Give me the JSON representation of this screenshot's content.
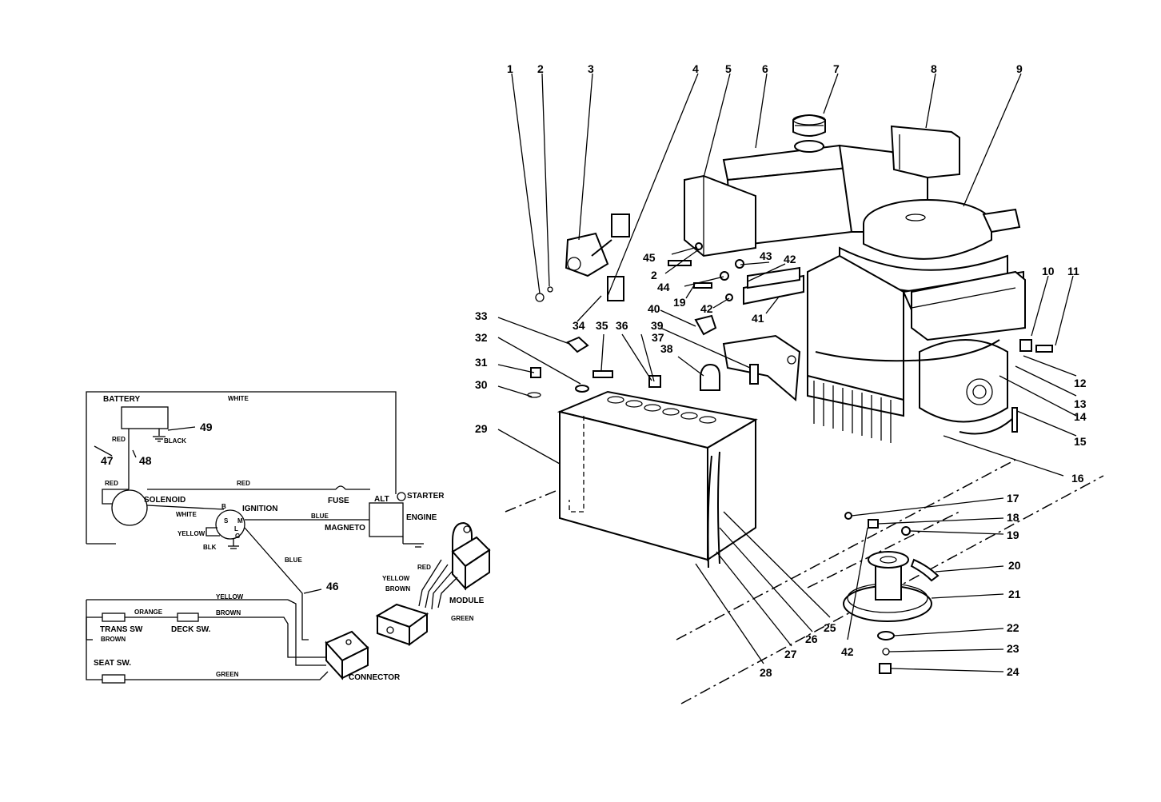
{
  "wiring": {
    "battery": "BATTERY",
    "white_top": "WHITE",
    "black": "BLACK",
    "red_left": "RED",
    "n47": "47",
    "n48": "48",
    "n49": "49",
    "red_left2": "RED",
    "red_mid": "RED",
    "solenoid": "SOLENOID",
    "fuse": "FUSE",
    "alt": "ALT",
    "starter": "STARTER",
    "white_mid": "WHITE",
    "ignition": "IGNITION",
    "term_b": "B",
    "term_s": "S",
    "term_m": "M",
    "term_l": "L",
    "term_g": "G",
    "yellow_ign": "YELLOW",
    "blk": "BLK",
    "blue_mid": "BLUE",
    "magneto": "MAGNETO",
    "engine": "ENGINE",
    "blue_vert": "BLUE",
    "n46": "46",
    "yellow_low": "YELLOW",
    "orange": "ORANGE",
    "brown_mid": "BROWN",
    "trans_sw": "TRANS SW",
    "brown_low": "BROWN",
    "deck_sw": "DECK SW.",
    "seat_sw": "SEAT SW.",
    "green_low": "GREEN",
    "connector": "CONNECTOR",
    "red_mod": "RED",
    "yellow_mod": "YELLOW",
    "brown_mod": "BROWN",
    "module": "MODULE",
    "green_mod": "GREEN"
  },
  "callouts": {
    "c1": "1",
    "c2": "2",
    "c3": "3",
    "c4": "4",
    "c5": "5",
    "c6": "6",
    "c7": "7",
    "c8": "8",
    "c9": "9",
    "c10": "10",
    "c11": "11",
    "c12": "12",
    "c13": "13",
    "c14": "14",
    "c15": "15",
    "c16": "16",
    "c17": "17",
    "c18": "18",
    "c19a": "19",
    "c19b": "19",
    "c20": "20",
    "c21": "21",
    "c22": "22",
    "c23": "23",
    "c24": "24",
    "c25": "25",
    "c26": "26",
    "c27": "27",
    "c28": "28",
    "c29": "29",
    "c30": "30",
    "c31": "31",
    "c32": "32",
    "c33": "33",
    "c34": "34",
    "c35": "35",
    "c36": "36",
    "c37": "37",
    "c38": "38",
    "c39": "39",
    "c40": "40",
    "c41": "41",
    "c42a": "42",
    "c42b": "42",
    "c42c": "42",
    "c43": "43",
    "c44": "44",
    "c45": "45",
    "c2b": "2"
  }
}
